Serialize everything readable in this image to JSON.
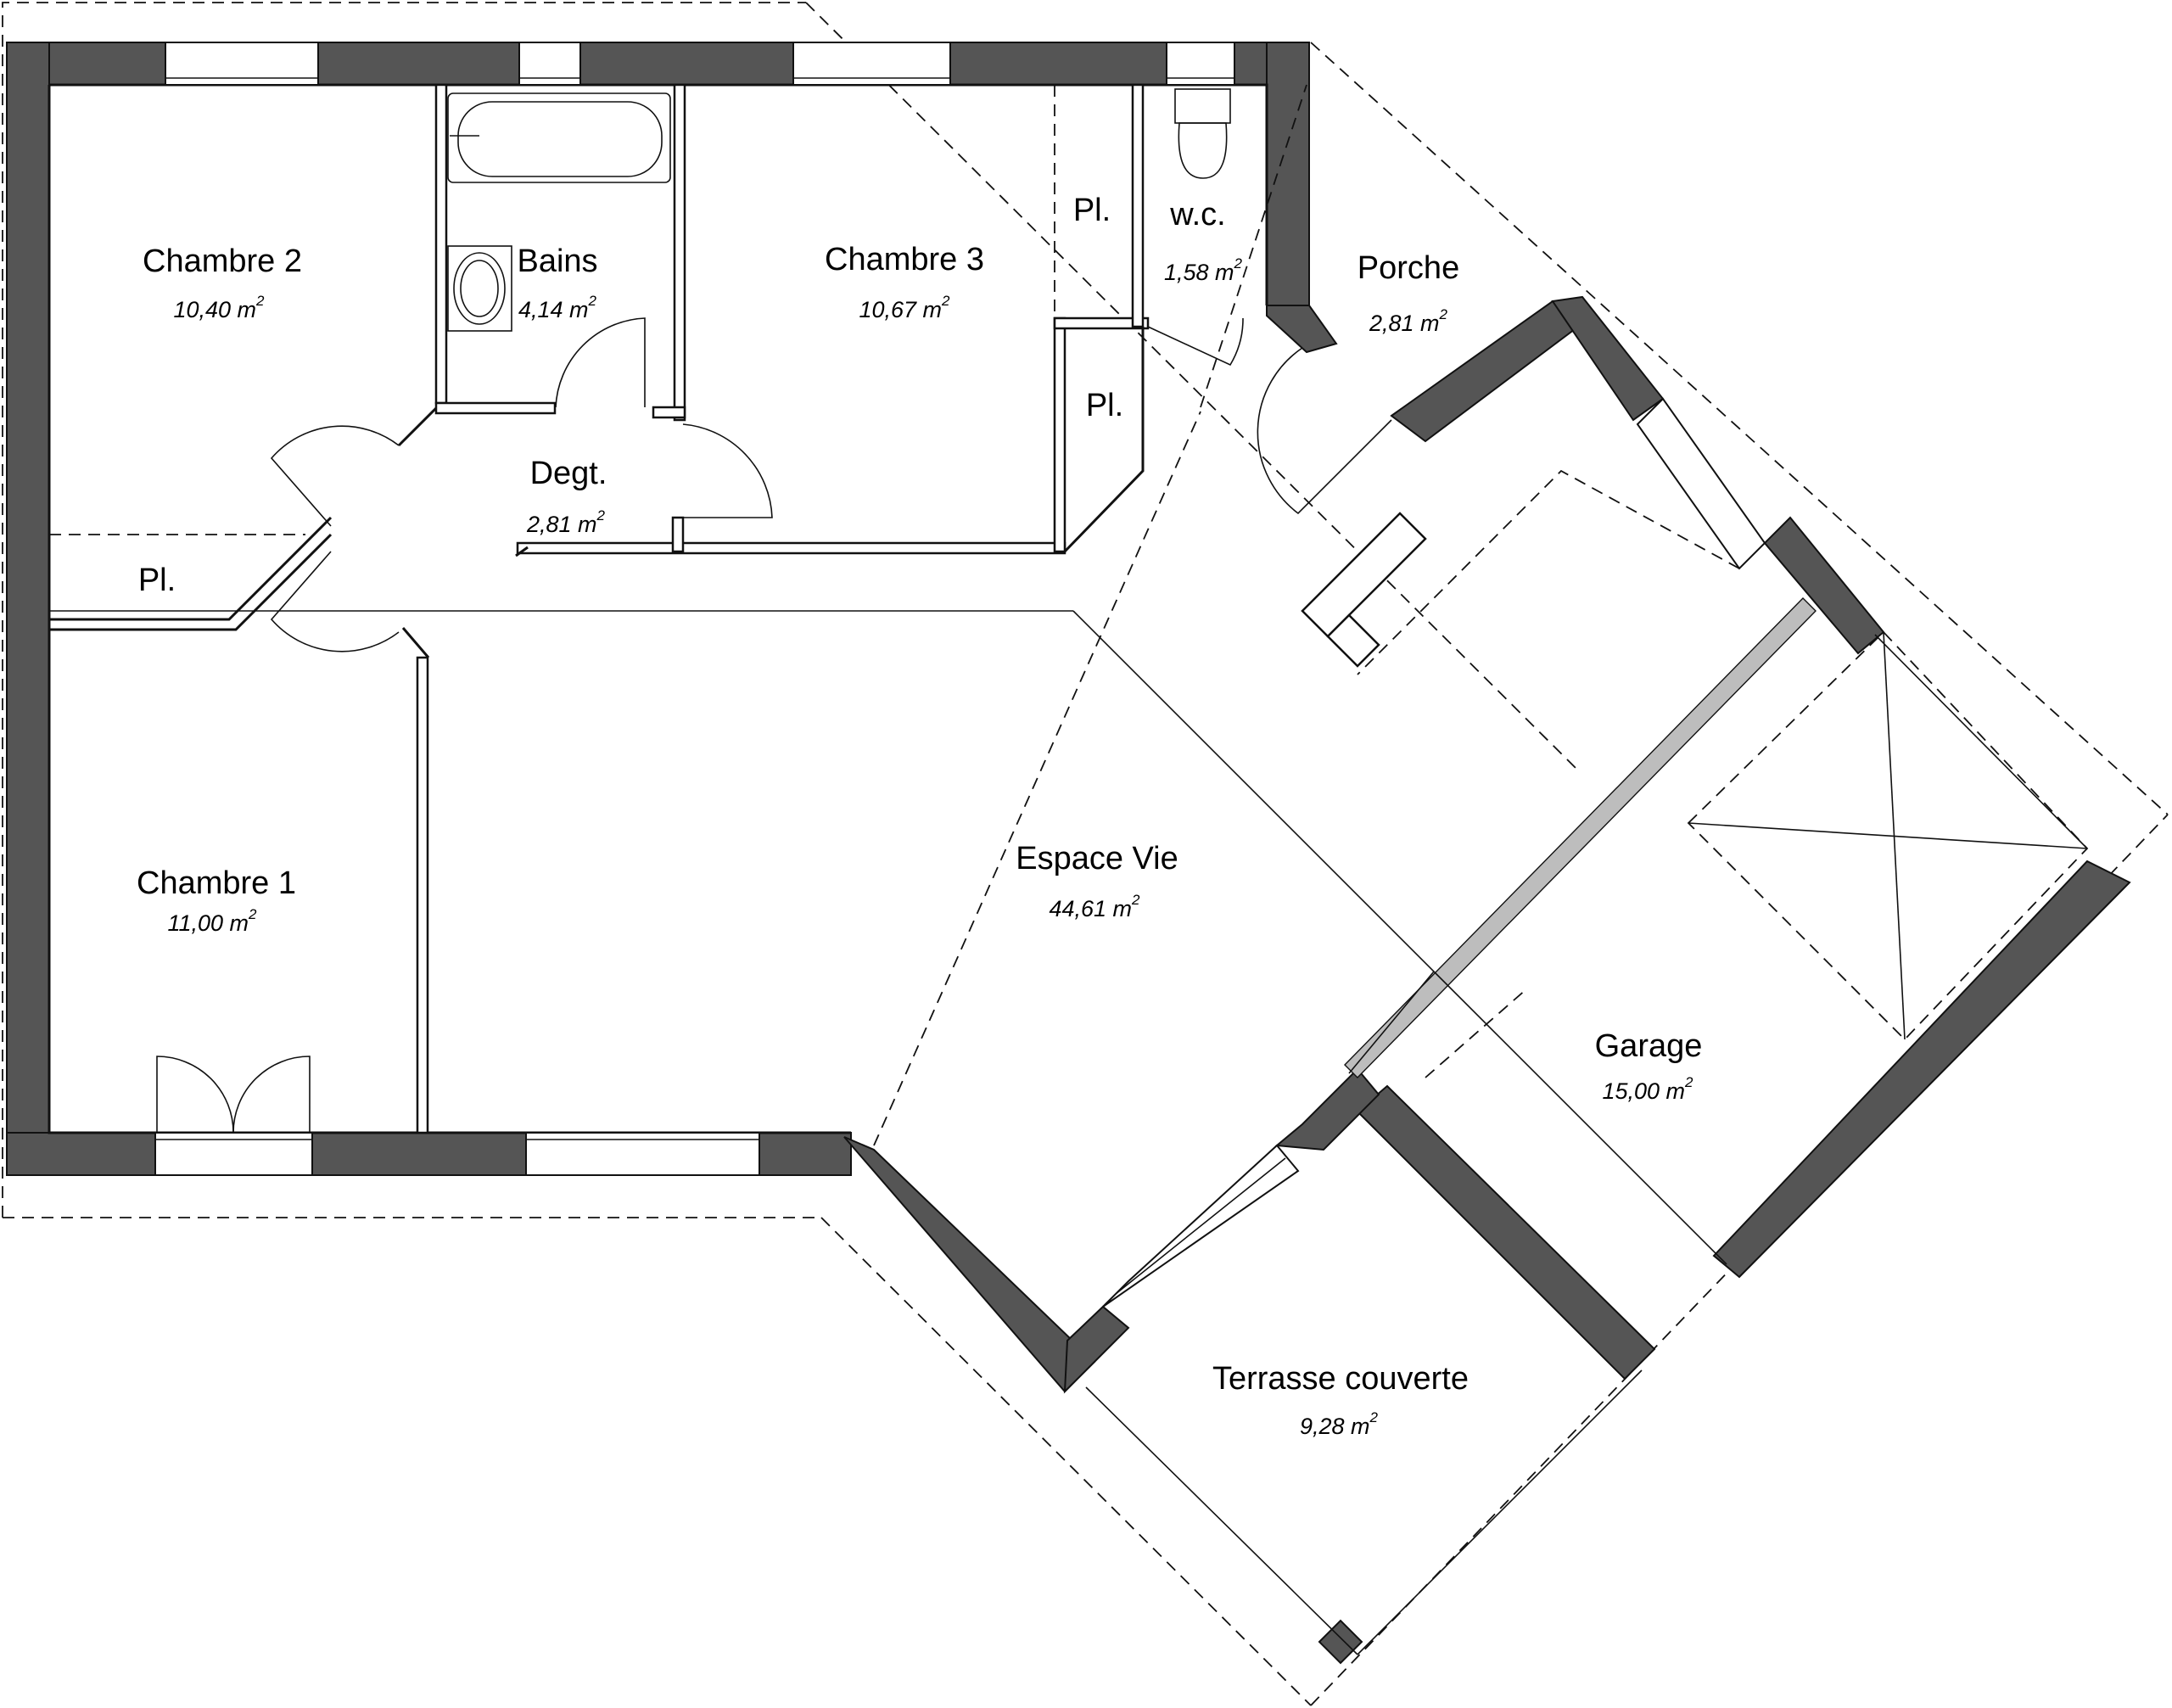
{
  "rooms": [
    {
      "id": "chambre-2",
      "name": "Chambre 2",
      "area": "10,40 m",
      "unit_exp": "2"
    },
    {
      "id": "bains",
      "name": "Bains",
      "area": "4,14 m",
      "unit_exp": "2"
    },
    {
      "id": "chambre-3",
      "name": "Chambre 3",
      "area": "10,67 m",
      "unit_exp": "2"
    },
    {
      "id": "wc",
      "name": "w.c.",
      "area": "1,58 m",
      "unit_exp": "2"
    },
    {
      "id": "porche",
      "name": "Porche",
      "area": "2,81 m",
      "unit_exp": "2"
    },
    {
      "id": "degt",
      "name": "Degt.",
      "area": "2,81 m",
      "unit_exp": "2"
    },
    {
      "id": "chambre-1",
      "name": "Chambre 1",
      "area": "11,00 m",
      "unit_exp": "2"
    },
    {
      "id": "espace-vie",
      "name": "Espace Vie",
      "area": "44,61 m",
      "unit_exp": "2"
    },
    {
      "id": "garage",
      "name": "Garage",
      "area": "15,00 m",
      "unit_exp": "2"
    },
    {
      "id": "terrasse",
      "name": "Terrasse couverte",
      "area": "9,28 m",
      "unit_exp": "2"
    }
  ],
  "closets": [
    {
      "id": "placard-1",
      "name": "Pl."
    },
    {
      "id": "placard-2",
      "name": "Pl."
    },
    {
      "id": "placard-3",
      "name": "Pl."
    }
  ]
}
